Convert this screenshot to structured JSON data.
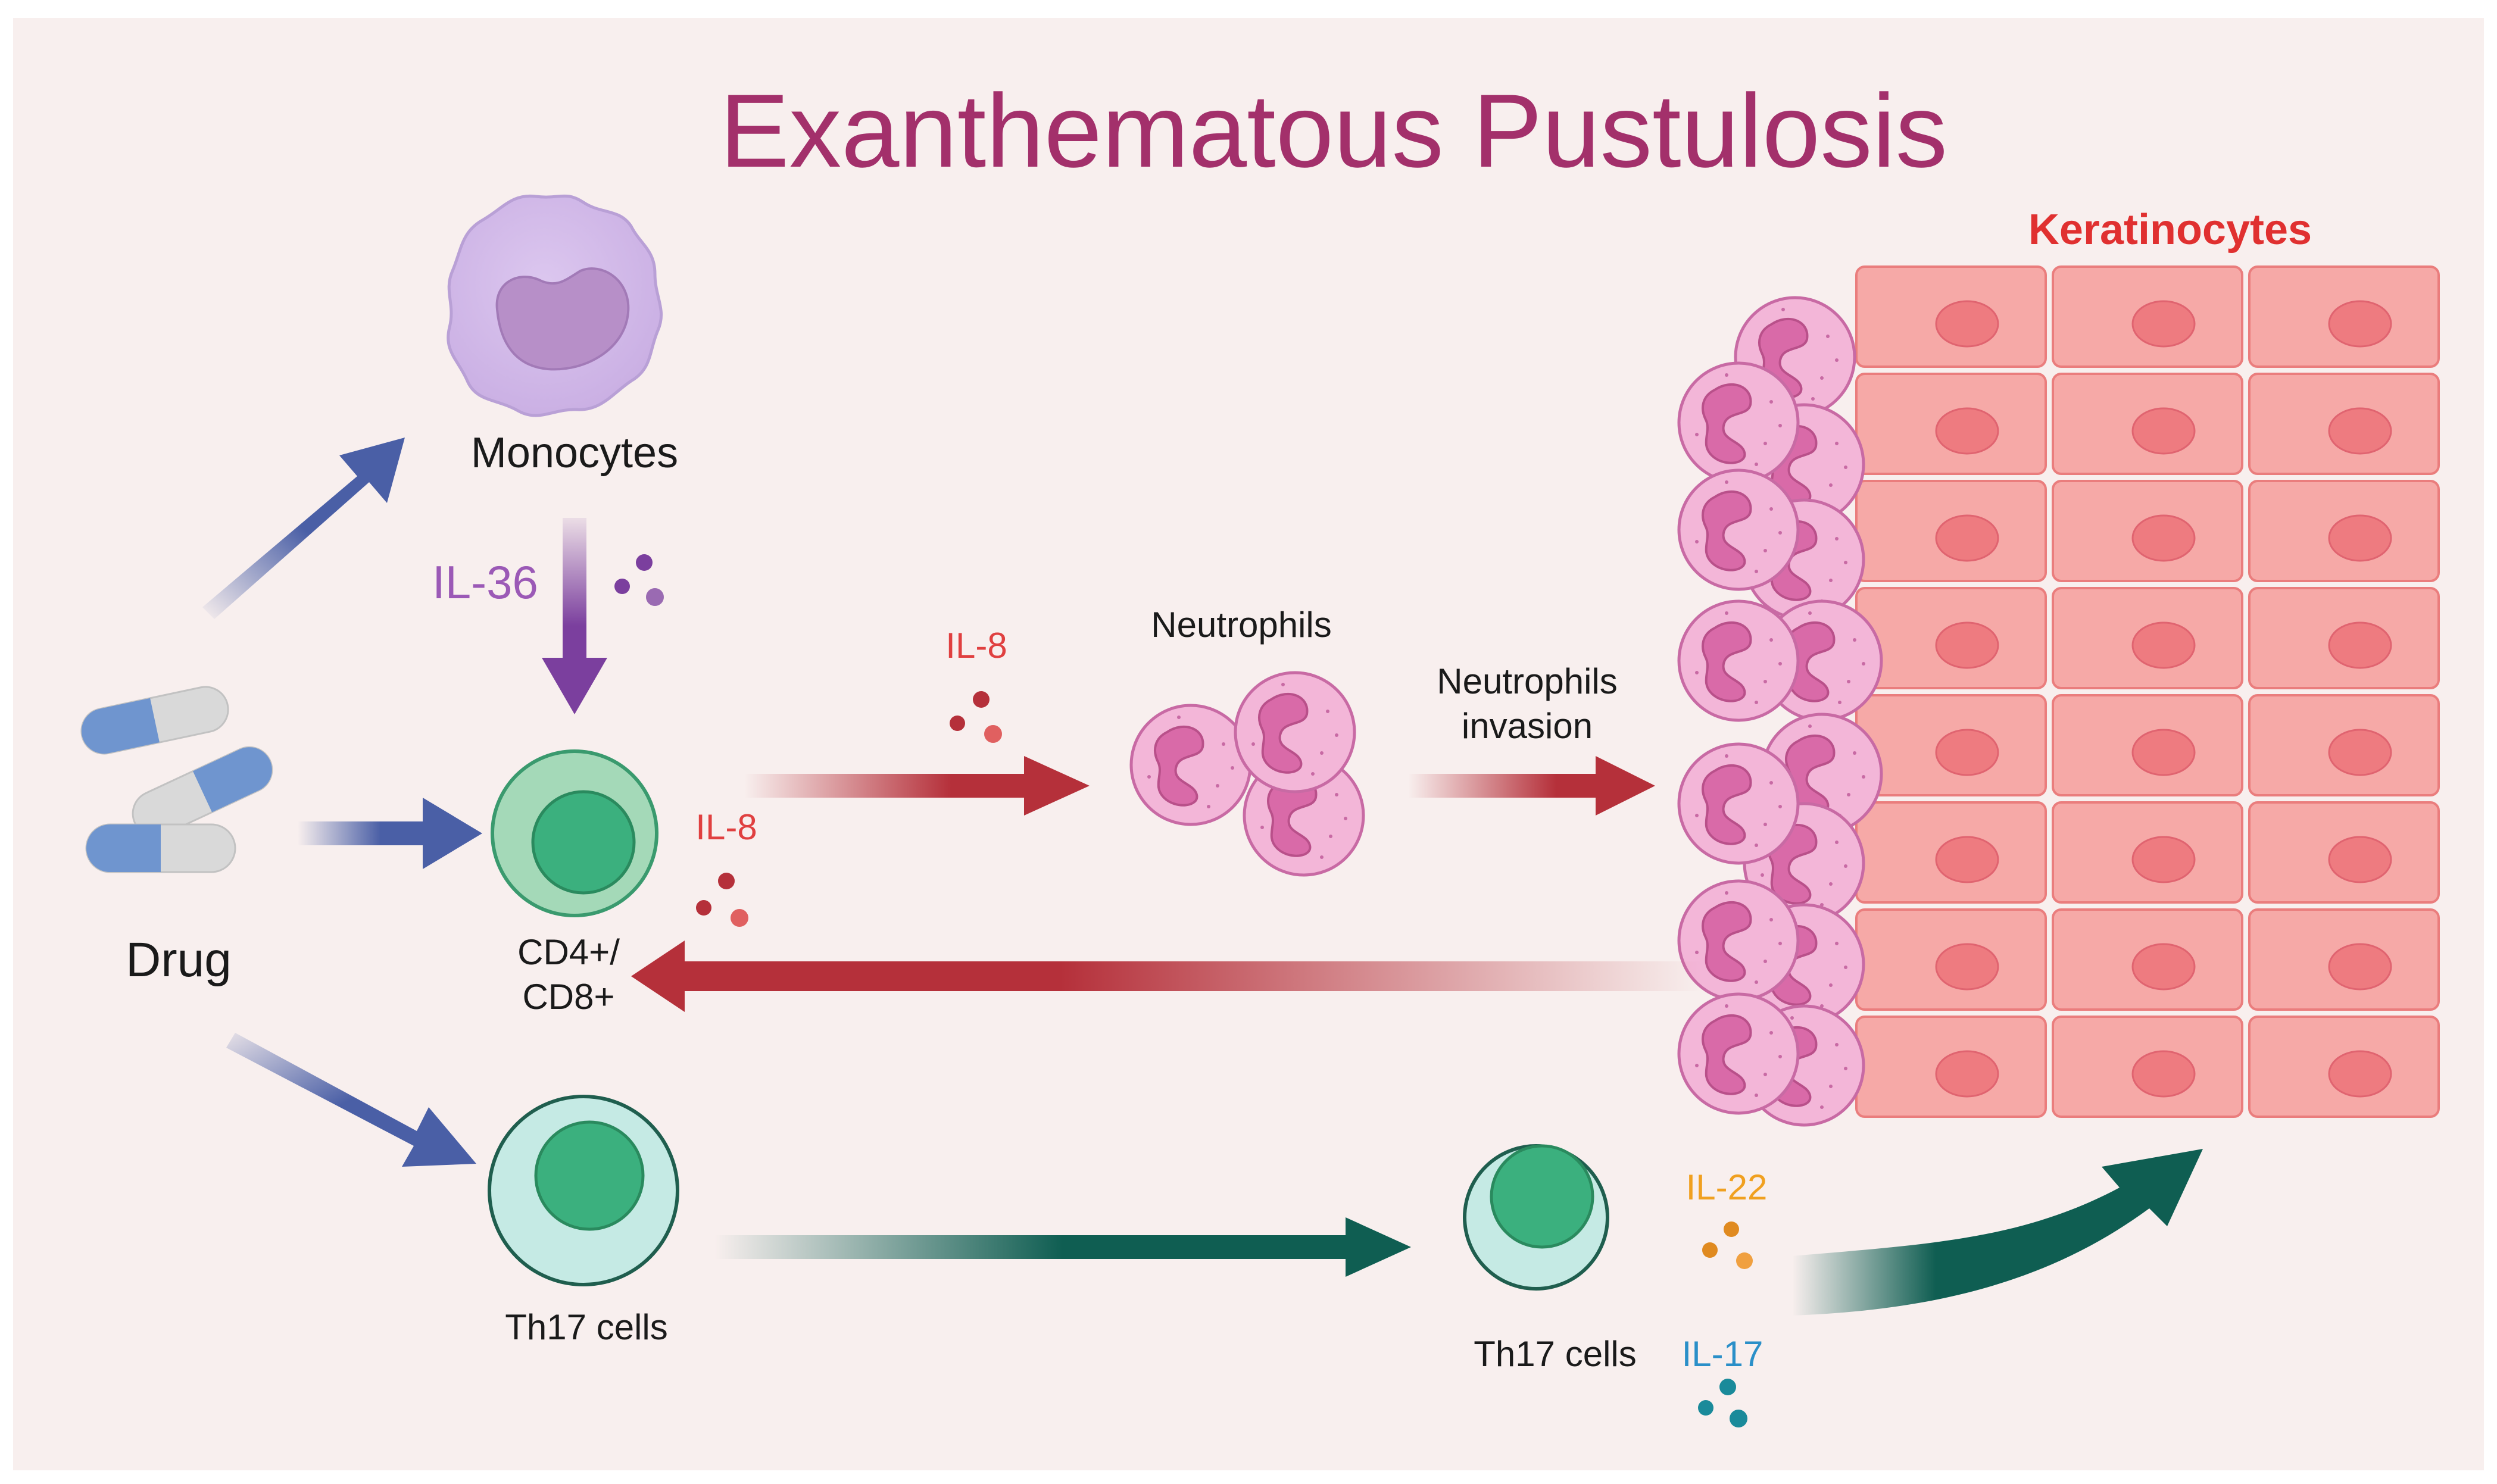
{
  "title": "Exanthematous Pustulosis",
  "labels": {
    "monocytes": "Monocytes",
    "drug": "Drug",
    "cd4": "CD4+/",
    "cd8": "CD8+",
    "th17_left": "Th17 cells",
    "th17_right": "Th17 cells",
    "neutrophils": "Neutrophils",
    "neutrophils_invasion_1": "Neutrophils",
    "neutrophils_invasion_2": "invasion",
    "keratinocytes": "Keratinocytes"
  },
  "cytokines": {
    "il36": "IL-36",
    "il8_top": "IL-8",
    "il8_mid": "IL-8",
    "il22": "IL-22",
    "il17": "IL-17"
  },
  "colors": {
    "background": "#f8efee",
    "title": "#a3306b",
    "keratinocytes_label": "#e03030",
    "blue_arrow": "#4a5fa6",
    "purple_arrow": "#7b3f9e",
    "red_arrow": "#b5303a",
    "teal_arrow": "#0f5e52",
    "il36": "#9b59b6",
    "il8": "#e04040",
    "il22": "#f0a020",
    "il17": "#2a8fc8",
    "keratinocyte_fill": "#f6a9a7",
    "neutrophil_fill": "#f3b6d8"
  }
}
